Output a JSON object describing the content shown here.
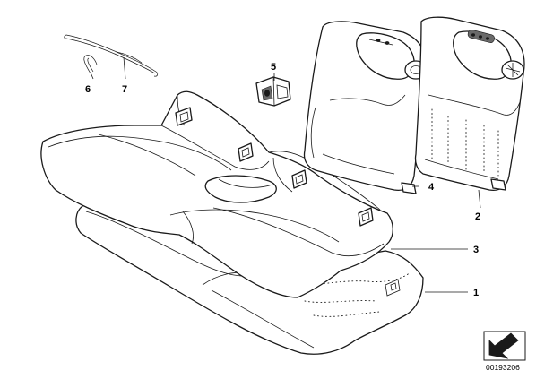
{
  "callouts": {
    "c1": "1",
    "c2": "2",
    "c3": "3",
    "c4": "4",
    "c5": "5",
    "c6": "6",
    "c7": "7"
  },
  "reference_number": "00193206",
  "icons": {
    "corner_symbol": "arrow-icon"
  }
}
